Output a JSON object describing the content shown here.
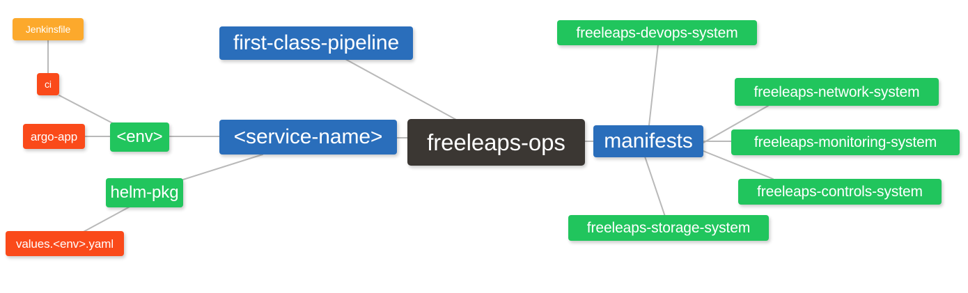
{
  "diagram": {
    "type": "mindmap",
    "title": "freeleaps-ops",
    "background": "#ffffff",
    "edge_color": "#b9b9b9",
    "palette": {
      "root": "#3b3733",
      "blue": "#2a6ebb",
      "green": "#21c55d",
      "orange": "#fca92c",
      "red": "#fa4a1a"
    }
  },
  "nodes": {
    "root": {
      "label": "freeleaps-ops",
      "color": "#3b3733"
    },
    "first_class_pipeline": {
      "label": "first-class-pipeline",
      "color": "#2a6ebb"
    },
    "service_name": {
      "label": "<service-name>",
      "color": "#2a6ebb"
    },
    "manifests": {
      "label": "manifests",
      "color": "#2a6ebb"
    },
    "env": {
      "label": "<env>",
      "color": "#21c55d"
    },
    "helm_pkg": {
      "label": "helm-pkg",
      "color": "#21c55d"
    },
    "jenkinsfile": {
      "label": "Jenkinsfile",
      "color": "#fca92c"
    },
    "ci": {
      "label": "ci",
      "color": "#fa4a1a"
    },
    "argo_app": {
      "label": "argo-app",
      "color": "#fa4a1a"
    },
    "values_yaml": {
      "label": "values.<env>.yaml",
      "color": "#fa4a1a"
    },
    "devops_system": {
      "label": "freeleaps-devops-system",
      "color": "#21c55d"
    },
    "network_system": {
      "label": "freeleaps-network-system",
      "color": "#21c55d"
    },
    "monitoring_system": {
      "label": "freeleaps-monitoring-system",
      "color": "#21c55d"
    },
    "controls_system": {
      "label": "freeleaps-controls-system",
      "color": "#21c55d"
    },
    "storage_system": {
      "label": "freeleaps-storage-system",
      "color": "#21c55d"
    }
  },
  "edges": [
    {
      "from": "root",
      "to": "first_class_pipeline"
    },
    {
      "from": "root",
      "to": "service_name"
    },
    {
      "from": "root",
      "to": "manifests"
    },
    {
      "from": "service_name",
      "to": "env"
    },
    {
      "from": "service_name",
      "to": "helm_pkg"
    },
    {
      "from": "env",
      "to": "ci"
    },
    {
      "from": "env",
      "to": "argo_app"
    },
    {
      "from": "ci",
      "to": "jenkinsfile"
    },
    {
      "from": "helm_pkg",
      "to": "values_yaml"
    },
    {
      "from": "manifests",
      "to": "devops_system"
    },
    {
      "from": "manifests",
      "to": "network_system"
    },
    {
      "from": "manifests",
      "to": "monitoring_system"
    },
    {
      "from": "manifests",
      "to": "controls_system"
    },
    {
      "from": "manifests",
      "to": "storage_system"
    }
  ]
}
